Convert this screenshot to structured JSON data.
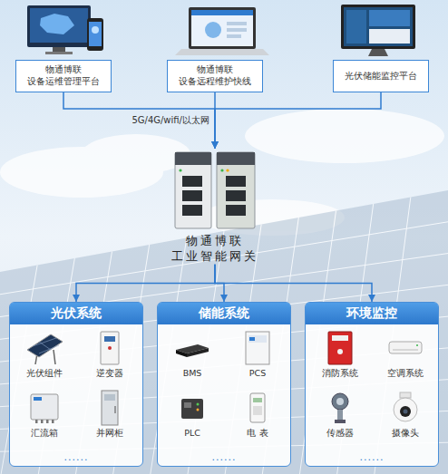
{
  "diagram": {
    "nodes": [
      {
        "text": [
          "物通博联 设备运维管理平台"
        ]
      },
      {
        "text": [
          "物通博联 设备远程维护快线"
        ]
      },
      {
        "text": [
          "光伏储能监控平台"
        ]
      },
      {
        "text": [
          "物通博联 工业智能网关"
        ]
      },
      {
        "text": [
          "光伏系统",
          "......"
        ]
      },
      {
        "text": [
          "光伏组件"
        ],
        "in": 4
      },
      {
        "text": [
          "逆变器"
        ],
        "in": 4
      },
      {
        "text": [
          "汇流箱"
        ],
        "in": 4
      },
      {
        "text": [
          "并网柜"
        ],
        "in": 4
      },
      {
        "text": [
          "储能系统",
          "......"
        ]
      },
      {
        "text": [
          "BMS"
        ],
        "in": 9
      },
      {
        "text": [
          "PCS"
        ],
        "in": 9
      },
      {
        "text": [
          "PLC"
        ],
        "in": 9
      },
      {
        "text": [
          "电 表"
        ],
        "in": 9
      },
      {
        "text": [
          "环境监控",
          "......"
        ]
      },
      {
        "text": [
          "消防系统"
        ],
        "in": 14
      },
      {
        "text": [
          "空调系统"
        ],
        "in": 14
      },
      {
        "text": [
          "传感器"
        ],
        "in": 14
      },
      {
        "text": [
          "摄像头"
        ],
        "in": 14
      }
    ],
    "edges": [
      {
        "from": 0,
        "to": 3,
        "arrow": "to"
      },
      {
        "from": 1,
        "to": 3,
        "label": "5G/4G/wifi/以太网",
        "arrow": "to"
      },
      {
        "from": 2,
        "to": 3,
        "arrow": "to"
      },
      {
        "from": 3,
        "to": 4,
        "arrow": "to"
      },
      {
        "from": 3,
        "to": 9,
        "arrow": "to"
      },
      {
        "from": 3,
        "to": 14,
        "arrow": "to"
      }
    ]
  }
}
